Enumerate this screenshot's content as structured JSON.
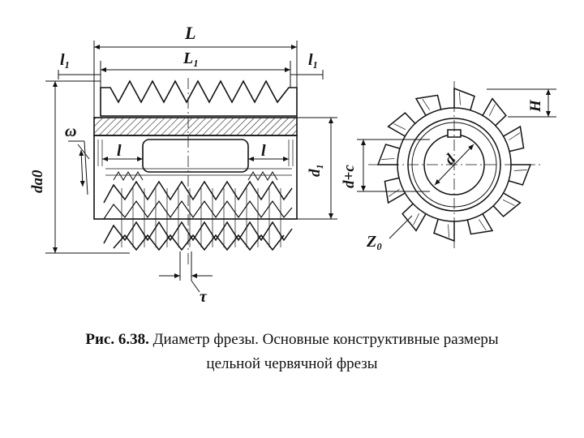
{
  "figure": {
    "labels": {
      "L": "L",
      "L1": "L₁",
      "l1_left": "l₁",
      "l1_right": "l₁",
      "omega": "ω",
      "l_left": "l",
      "l_right": "l",
      "da0": "da0",
      "d1": "d₁",
      "dc": "d+c",
      "d": "d",
      "H": "H",
      "Z0": "Z₀",
      "tau": "τ"
    },
    "gear": {
      "teeth_count": 12
    }
  },
  "caption": {
    "fig_number": "Рис. 6.38.",
    "line1": " Диаметр фрезы. Основные конструктивные размеры",
    "line2": "цельной червячной фрезы"
  }
}
